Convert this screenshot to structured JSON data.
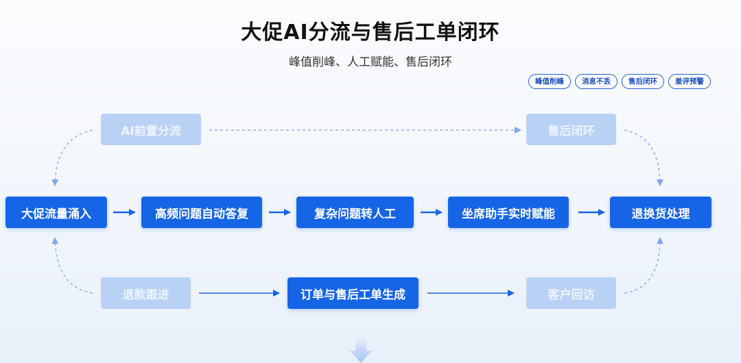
{
  "header": {
    "title": "大促AI分流与售后工单闭环",
    "subtitle": "峰值削峰、人工赋能、售后闭环"
  },
  "tags": [
    "峰值削峰",
    "消息不丢",
    "售后闭环",
    "差评预警"
  ],
  "nodes": {
    "ai_diversion": "AI前置分流",
    "after_sales_loop": "售后闭环",
    "promo_surge": "大促流量涌入",
    "auto_reply": "高频问题自动答复",
    "complex_to_human": "复杂问题转人工",
    "agent_assist": "坐席助手实时赋能",
    "return_exchange": "退换货处理",
    "refund_followup": "退款跟进",
    "ticket_generation": "订单与售后工单生成",
    "customer_revisit": "客户回访"
  },
  "colors": {
    "primary": "#1565e6",
    "faint": "#b9d1f4",
    "tag_border": "#1f5fd6"
  }
}
